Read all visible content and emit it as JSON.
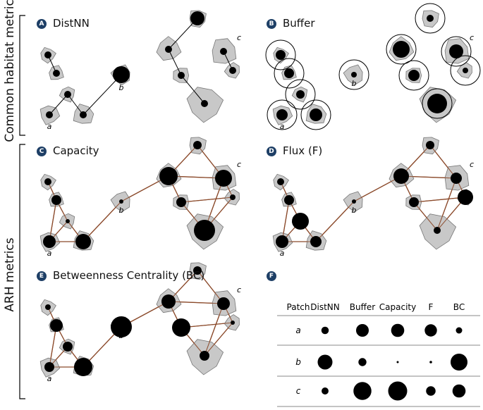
{
  "groups": {
    "common": "Common habitat metrics",
    "arh": "ARH metrics"
  },
  "panels": [
    {
      "badge": "A",
      "title": "DistNN"
    },
    {
      "badge": "B",
      "title": "Buffer"
    },
    {
      "badge": "C",
      "title": "Capacity"
    },
    {
      "badge": "D",
      "title": "Flux (F)"
    },
    {
      "badge": "E",
      "title": "Betweenness Centrality (BC)"
    },
    {
      "badge": "F",
      "title": ""
    }
  ],
  "patch_labels": [
    "a",
    "b",
    "c"
  ],
  "table": {
    "headers": [
      "Patch",
      "DistNN",
      "Buffer",
      "Capacity",
      "F",
      "BC"
    ],
    "rows": [
      {
        "patch": "a",
        "values": [
          0.35,
          0.6,
          0.62,
          0.58,
          0.3
        ]
      },
      {
        "patch": "b",
        "values": [
          0.7,
          0.38,
          0.1,
          0.12,
          0.8
        ]
      },
      {
        "patch": "c",
        "values": [
          0.33,
          0.85,
          0.9,
          0.45,
          0.62
        ]
      }
    ]
  },
  "colors": {
    "patch_fill": "#c8c8c8",
    "edge": "#8b4a2b",
    "badge": "#1e3f66",
    "node": "#000000"
  }
}
